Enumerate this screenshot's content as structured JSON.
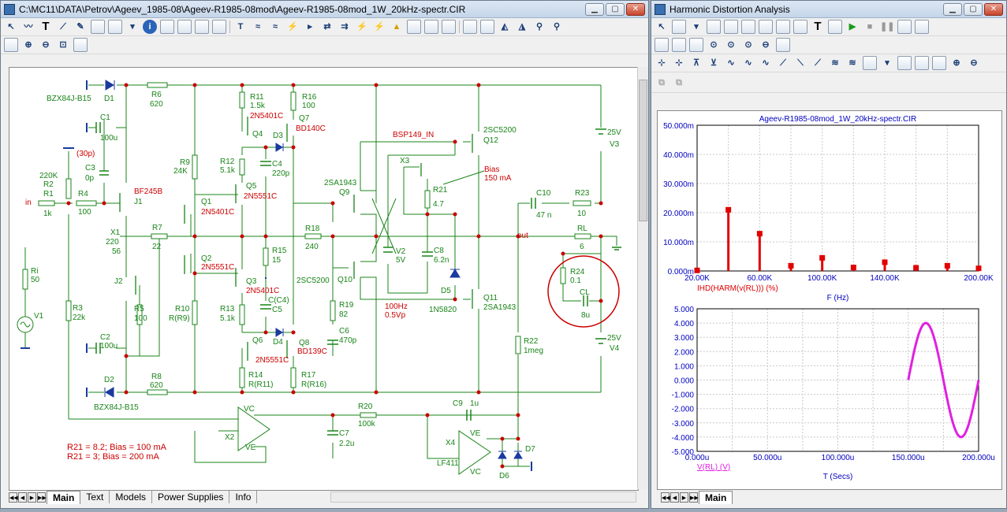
{
  "main_window": {
    "title": "C:\\MC11\\DATA\\Petrov\\Ageev_1985-08\\Ageev-R1985-08mod\\Ageev-R1985-08mod_1W_20kHz-spectr.CIR",
    "tabs": [
      "Main",
      "Text",
      "Models",
      "Power Supplies",
      "Info"
    ],
    "active_tab": "Main"
  },
  "schematic": {
    "labels": {
      "d1": "D1",
      "bzx_top": "BZX84J-B15",
      "r6": "R6",
      "r6v": "620",
      "c1": "C1",
      "c1v": "100u",
      "c30p": "(30p)",
      "c3": "C3",
      "c3v": "0p",
      "r2v": "220K",
      "r2": "R2",
      "r1": "R1",
      "r1v": "1k",
      "r4": "R4",
      "r4v": "100",
      "in": "in",
      "bf245": "BF245B",
      "j1": "J1",
      "x1": "X1",
      "x1a": "220",
      "x1b": "56",
      "r7": "R7",
      "r7v": "22",
      "j2": "J2",
      "r5": "R5",
      "r5v": "100",
      "ri": "Ri",
      "riv": "50",
      "v1": "V1",
      "r3": "R3",
      "r3v": "22k",
      "c2": "C2",
      "c2v": "100u",
      "d2": "D2",
      "bzx_bot": "BZX84J-B15",
      "r8": "R8",
      "r8v": "620",
      "r9": "R9",
      "r9v": "24K",
      "r10": "R10",
      "r10v": "R(R9)",
      "q1": "Q1",
      "q1t": "2N5401C",
      "q2": "Q2",
      "q2t": "2N5551C",
      "r11": "R11",
      "r11v": "1.5k",
      "q4t": "2N5401C",
      "q4": "Q4",
      "d3": "D3",
      "r12": "R12",
      "r12v": "5.1k",
      "c4": "C4",
      "c4v": "220p",
      "q5": "Q5",
      "q5t": "2N5551C",
      "r16": "R16",
      "r16v": "100",
      "q7": "Q7",
      "q7t": "BD140C",
      "r15": "R15",
      "r15v": "15",
      "q3": "Q3",
      "q3t": "2N5401C",
      "cc4": "C(C4)",
      "c5": "C5",
      "r13": "R13",
      "r13v": "5.1k",
      "q6": "Q6",
      "d4": "D4",
      "q6t": "2N5551C",
      "q8": "Q8",
      "q8t": "BD139C",
      "r14": "R14",
      "r14v": "R(R11)",
      "r17": "R17",
      "r17v": "R(R16)",
      "sa1943": "2SA1943",
      "q9": "Q9",
      "r18": "R18",
      "r18v": "240",
      "sc5200a": "2SC5200",
      "q10": "Q10",
      "r19": "R19",
      "r19v": "82",
      "c6": "C6",
      "c6v": "470p",
      "bsp": "BSP149_IN",
      "x3": "X3",
      "r21": "R21",
      "r21v": "4.7",
      "bias": "Bias",
      "biasv": "150 mA",
      "v2": "V2",
      "v2v": "5V",
      "c8": "C8",
      "c8v": "6.2n",
      "d5": "D5",
      "d5t": "1N5820",
      "hz": "100Hz",
      "vp": "0.5Vp",
      "sc5200b": "2SC5200",
      "q12": "Q12",
      "q11": "Q11",
      "sa1943b": "2SA1943",
      "c10": "C10",
      "c10v": "47 n",
      "r23": "R23",
      "r23v": "10",
      "out": "out",
      "rl": "RL",
      "rlv": "6",
      "r24": "R24",
      "r24v": "0.1",
      "cl": "CL",
      "clv": "8u",
      "v3a": "25V",
      "v3": "V3",
      "v4a": "25V",
      "v4": "V4",
      "r22": "R22",
      "r22v": "1meg",
      "vc1": "VC",
      "ve1": "VE",
      "x2": "X2",
      "c7": "C7",
      "c7v": "2.2u",
      "r20": "R20",
      "r20v": "100k",
      "c9": "C9",
      "c9v": "1u",
      "x4": "X4",
      "lf411": "LF411",
      "ve2": "VE",
      "vc2": "VC",
      "d6": "D6",
      "d7": "D7",
      "note1": "R21 = 8.2; Bias = 100 mA",
      "note2": "R21 = 3; Bias = 200 mA"
    }
  },
  "analysis_window": {
    "title": "Harmonic Distortion Analysis",
    "tabs": [
      "Main"
    ],
    "colors": {
      "spectrum": "#e00000",
      "waveform": "#e020e0",
      "axis_text": "#0000c0"
    }
  },
  "chart_data": [
    {
      "type": "bar",
      "title": "Ageev-R1985-08mod_1W_20kHz-spectr.CIR",
      "xlabel": "F (Hz)",
      "ylabel": "",
      "legend": "IHD(HARM(v(RL))) (%)",
      "xlim": [
        20000,
        200000
      ],
      "ylim": [
        0,
        0.05
      ],
      "x_tick_labels": [
        "20.00K",
        "60.00K",
        "100.00K",
        "140.00K",
        "200.00K"
      ],
      "y_tick_labels": [
        "0.000m",
        "10.000m",
        "20.000m",
        "30.000m",
        "40.000m",
        "50.000m"
      ],
      "x_ticks": [
        20000,
        60000,
        100000,
        140000,
        200000
      ],
      "y_ticks": [
        0,
        0.01,
        0.02,
        0.03,
        0.04,
        0.05
      ],
      "x": [
        20000,
        40000,
        60000,
        80000,
        100000,
        120000,
        140000,
        160000,
        180000,
        200000
      ],
      "values": [
        0.0002,
        0.021,
        0.0128,
        0.0018,
        0.0045,
        0.0012,
        0.003,
        0.0011,
        0.0018,
        0.0009
      ]
    },
    {
      "type": "line",
      "xlabel": "T (Secs)",
      "ylabel": "",
      "legend": "V(RL) (V)",
      "xlim": [
        0,
        0.0002
      ],
      "ylim": [
        -5,
        5
      ],
      "x_tick_labels": [
        "0.000u",
        "50.000u",
        "100.000u",
        "150.000u",
        "200.000u"
      ],
      "y_tick_labels": [
        "-5.000",
        "-4.000",
        "-3.000",
        "-2.000",
        "-1.000",
        "0.000",
        "1.000",
        "2.000",
        "3.000",
        "4.000",
        "5.000"
      ],
      "x_ticks": [
        0,
        5e-05,
        0.0001,
        0.00015,
        0.0002
      ],
      "y_ticks": [
        -5,
        -4,
        -3,
        -2,
        -1,
        0,
        1,
        2,
        3,
        4,
        5
      ],
      "series": [
        {
          "amplitude": 4.0,
          "frequency": 20000,
          "t_start": 0.00015,
          "t_end": 0.0002
        }
      ]
    }
  ]
}
